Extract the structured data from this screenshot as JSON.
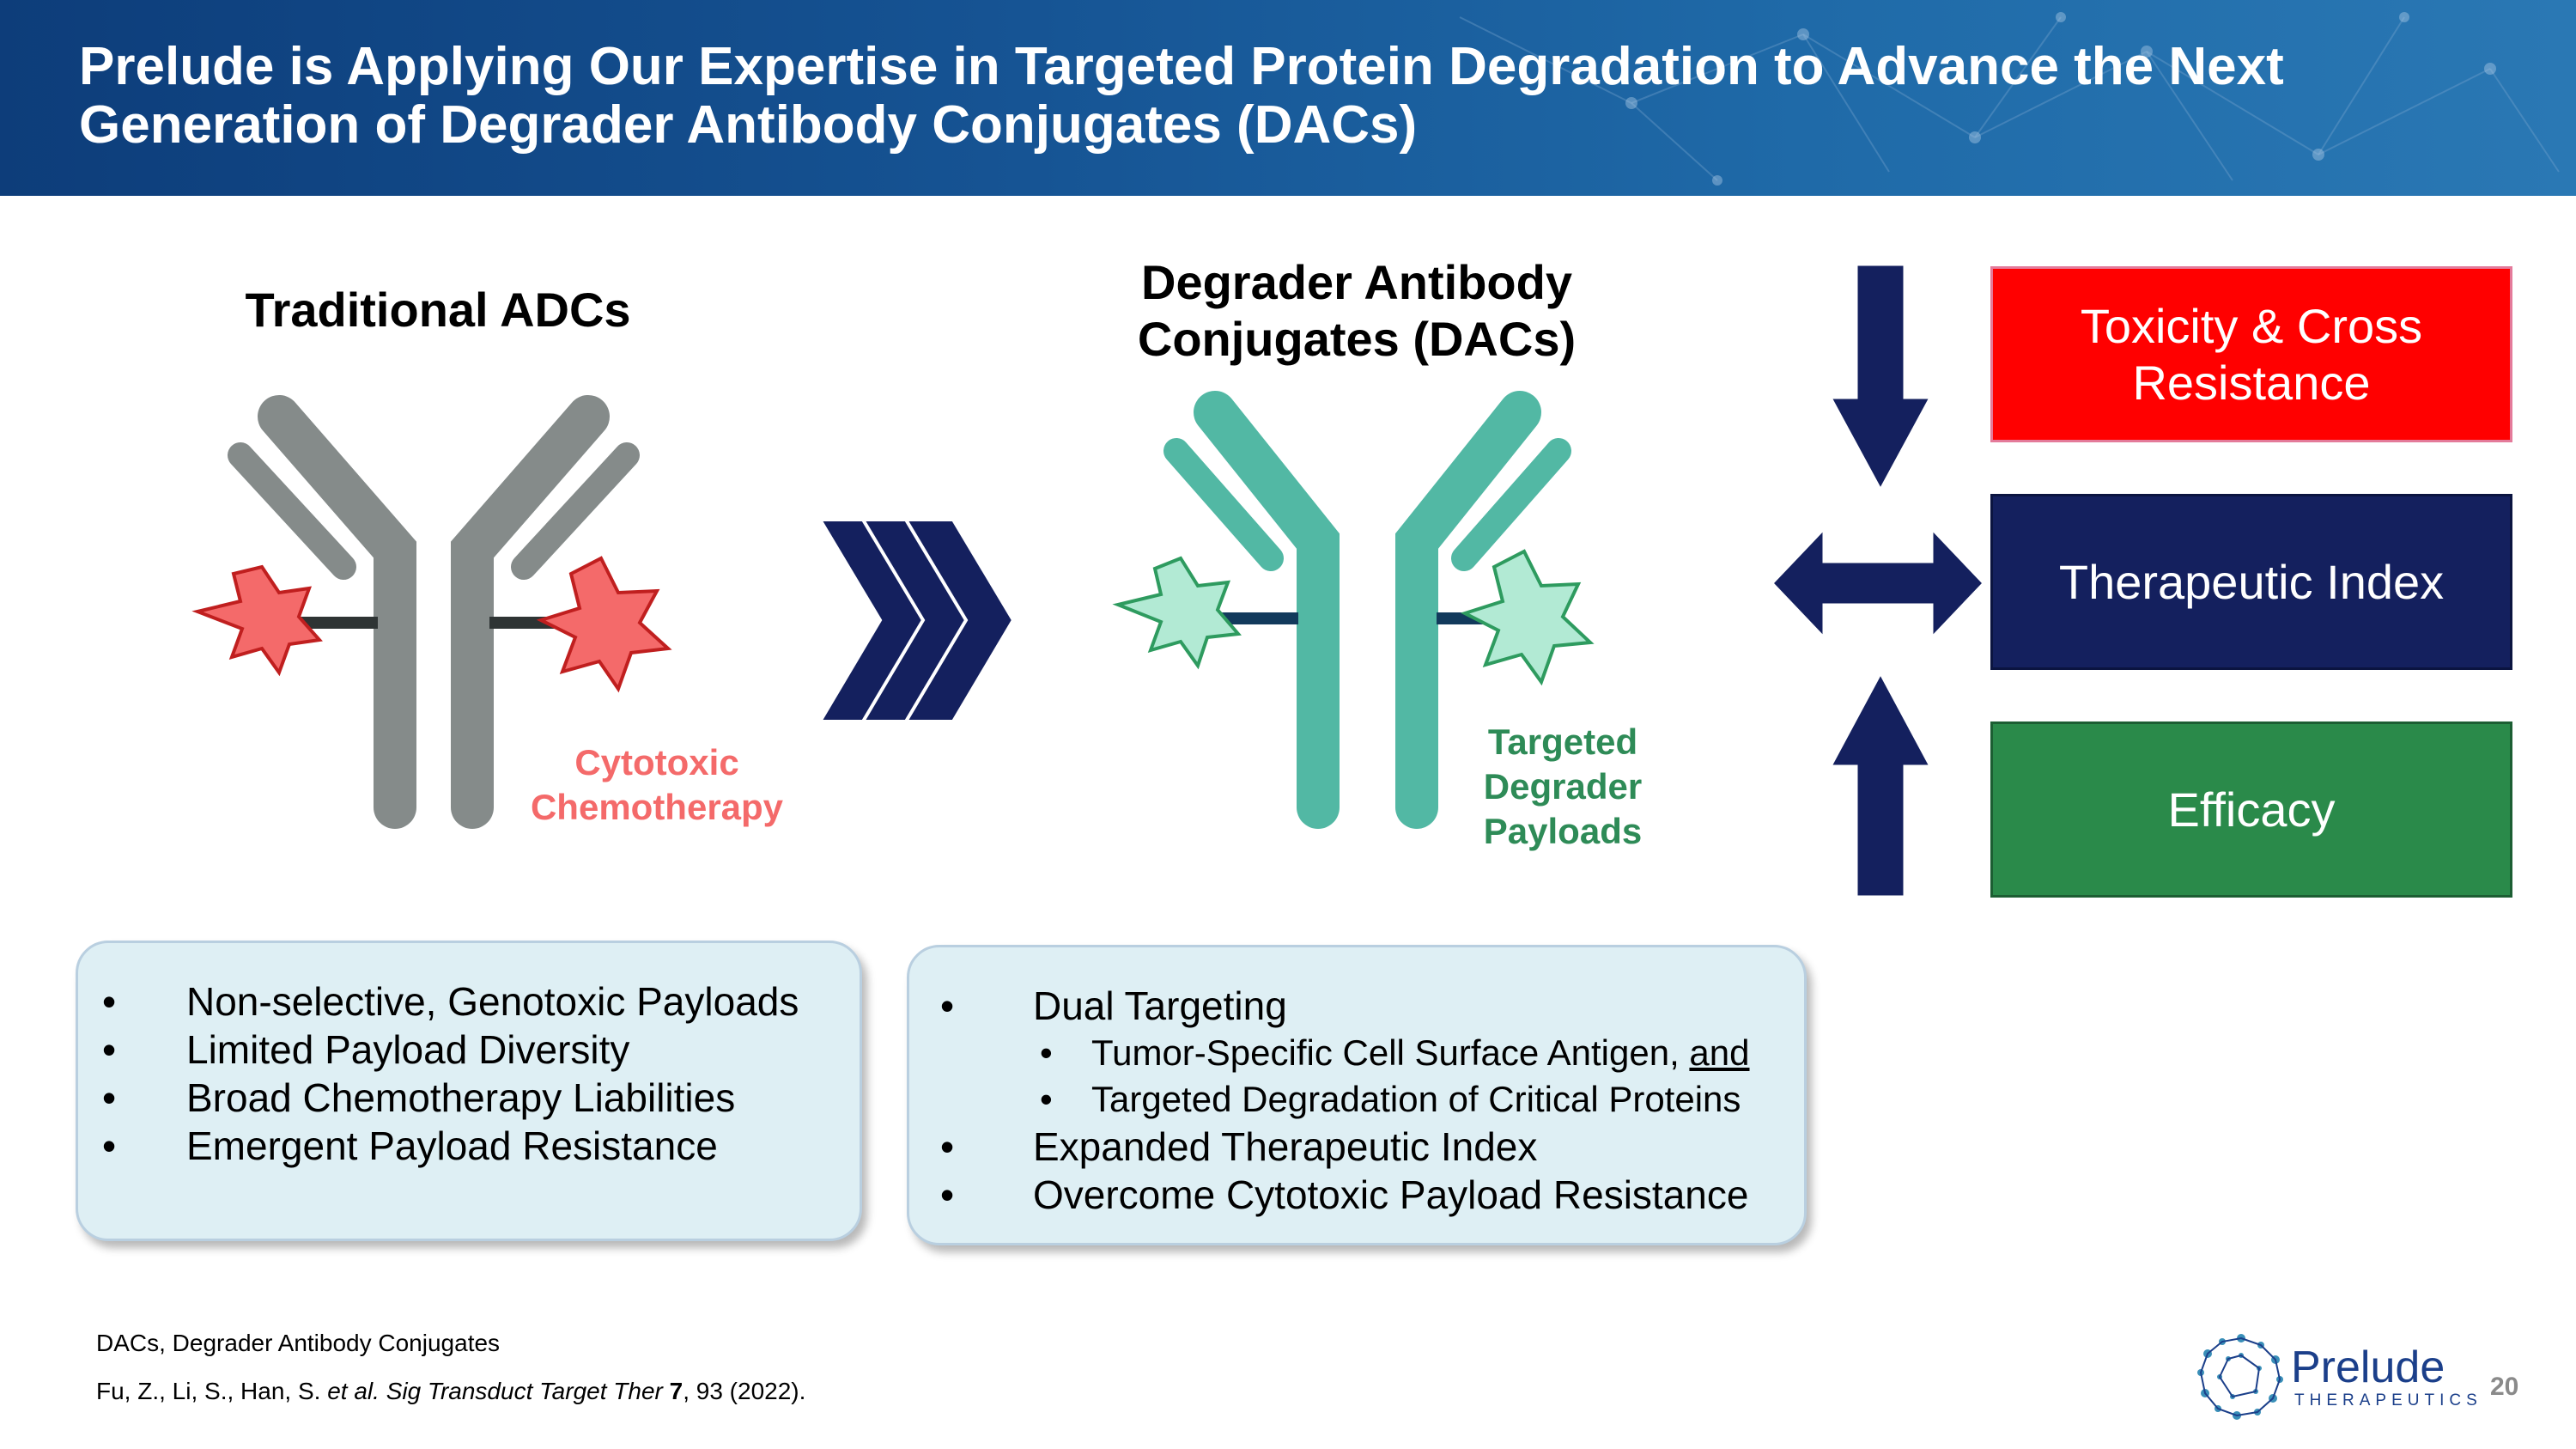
{
  "header": {
    "title_line1": "Prelude is Applying Our Expertise in Targeted Protein Degradation to Advance the Next",
    "title_line2": "Generation of Degrader Antibody Conjugates (DACs)"
  },
  "traditional": {
    "heading": "Traditional ADCs",
    "payload_label_line1": "Cytotoxic",
    "payload_label_line2": "Chemotherapy",
    "bullets": [
      "Non-selective, Genotoxic Payloads",
      "Limited Payload Diversity",
      "Broad Chemotherapy Liabilities",
      "Emergent Payload Resistance"
    ]
  },
  "dac": {
    "heading_line1": "Degrader Antibody",
    "heading_line2": "Conjugates (DACs)",
    "payload_label_line1": "Targeted",
    "payload_label_line2": "Degrader",
    "payload_label_line3": "Payloads",
    "bullets": {
      "b1": "Dual Targeting",
      "sub1_text": "Tumor-Specific Cell Surface Antigen,",
      "sub1_and": "and",
      "sub2": "Targeted Degradation of Critical Proteins",
      "b2": "Expanded Therapeutic Index",
      "b3": "Overcome Cytotoxic Payload Resistance"
    }
  },
  "outcomes": {
    "toxicity_line1": "Toxicity & Cross",
    "toxicity_line2": "Resistance",
    "therapeutic_index": "Therapeutic Index",
    "efficacy": "Efficacy"
  },
  "bullet_glyph": "•",
  "footer": {
    "abbrev": "DACs, Degrader Antibody Conjugates",
    "ref_authors": "Fu, Z., Li, S., Han, S.",
    "ref_etal": "et al.",
    "ref_journal": "Sig Transduct Target Ther",
    "ref_volume": "7",
    "ref_rest": ", 93 (2022)."
  },
  "logo": {
    "name": "Prelude",
    "sub": "THERAPEUTICS"
  },
  "page_number": "20",
  "colors": {
    "header_blue": "#165494",
    "navy": "#14205e",
    "red_box": "#ff0000",
    "green_box": "#2a8a4a",
    "adc_gray": "#858b8a",
    "dac_teal": "#52b8a4",
    "cytotoxic_pink": "#f46a6a",
    "degrader_green": "#2e8b57"
  }
}
